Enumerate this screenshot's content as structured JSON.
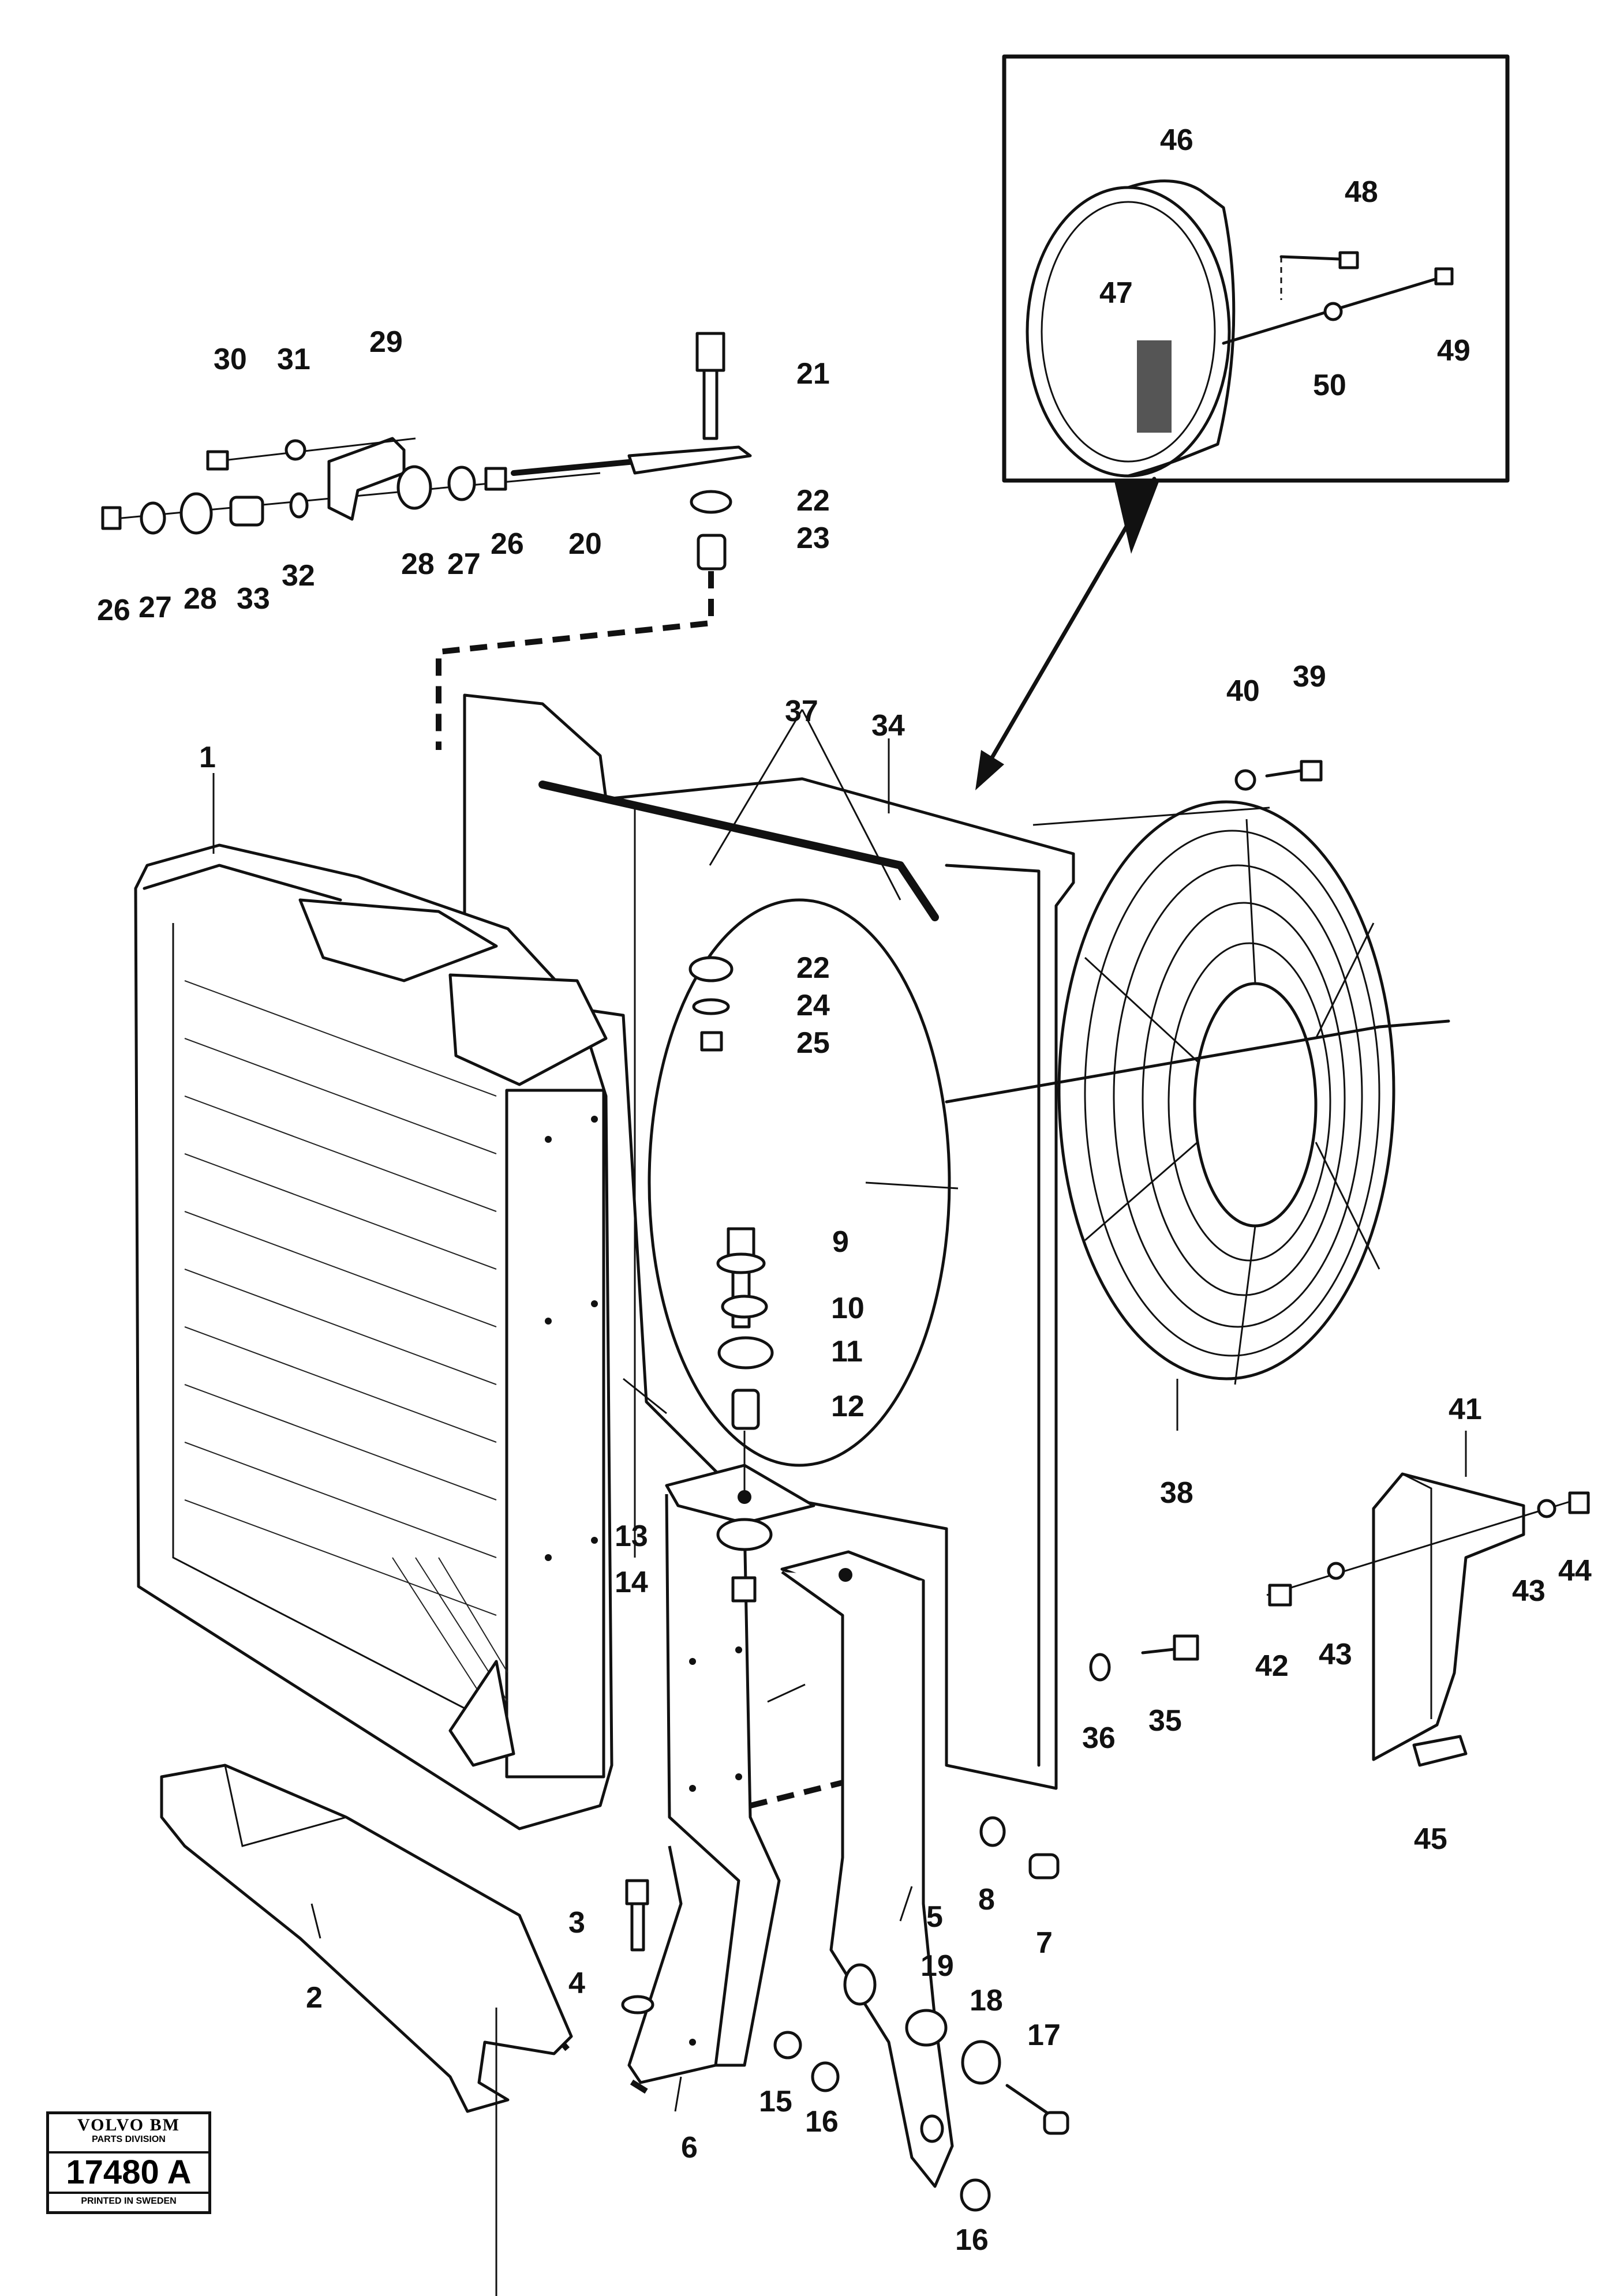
{
  "badge": {
    "brand": "VOLVO BM",
    "division": "PARTS DIVISION",
    "drawing_number": "17480 A",
    "printed": "PRINTED IN SWEDEN"
  },
  "callouts": [
    {
      "id": "c1",
      "text": "1"
    },
    {
      "id": "c2",
      "text": "2"
    },
    {
      "id": "c3",
      "text": "3"
    },
    {
      "id": "c4",
      "text": "4"
    },
    {
      "id": "c5",
      "text": "5"
    },
    {
      "id": "c6",
      "text": "6"
    },
    {
      "id": "c7",
      "text": "7"
    },
    {
      "id": "c8",
      "text": "8"
    },
    {
      "id": "c9",
      "text": "9"
    },
    {
      "id": "c10",
      "text": "10"
    },
    {
      "id": "c11",
      "text": "11"
    },
    {
      "id": "c12",
      "text": "12"
    },
    {
      "id": "c13",
      "text": "13"
    },
    {
      "id": "c14",
      "text": "14"
    },
    {
      "id": "c15",
      "text": "15"
    },
    {
      "id": "c16a",
      "text": "16"
    },
    {
      "id": "c16b",
      "text": "16"
    },
    {
      "id": "c17",
      "text": "17"
    },
    {
      "id": "c18",
      "text": "18"
    },
    {
      "id": "c19",
      "text": "19"
    },
    {
      "id": "c20",
      "text": "20"
    },
    {
      "id": "c21",
      "text": "21"
    },
    {
      "id": "c22a",
      "text": "22"
    },
    {
      "id": "c22b",
      "text": "22"
    },
    {
      "id": "c23",
      "text": "23"
    },
    {
      "id": "c24",
      "text": "24"
    },
    {
      "id": "c25",
      "text": "25"
    },
    {
      "id": "c26a",
      "text": "26"
    },
    {
      "id": "c26b",
      "text": "26"
    },
    {
      "id": "c27a",
      "text": "27"
    },
    {
      "id": "c27b",
      "text": "27"
    },
    {
      "id": "c28a",
      "text": "28"
    },
    {
      "id": "c28b",
      "text": "28"
    },
    {
      "id": "c29",
      "text": "29"
    },
    {
      "id": "c30",
      "text": "30"
    },
    {
      "id": "c31",
      "text": "31"
    },
    {
      "id": "c32",
      "text": "32"
    },
    {
      "id": "c33",
      "text": "33"
    },
    {
      "id": "c34",
      "text": "34"
    },
    {
      "id": "c35",
      "text": "35"
    },
    {
      "id": "c36",
      "text": "36"
    },
    {
      "id": "c37",
      "text": "37"
    },
    {
      "id": "c38",
      "text": "38"
    },
    {
      "id": "c39",
      "text": "39"
    },
    {
      "id": "c40",
      "text": "40"
    },
    {
      "id": "c41",
      "text": "41"
    },
    {
      "id": "c42",
      "text": "42"
    },
    {
      "id": "c43a",
      "text": "43"
    },
    {
      "id": "c43b",
      "text": "43"
    },
    {
      "id": "c44",
      "text": "44"
    },
    {
      "id": "c45",
      "text": "45"
    },
    {
      "id": "c46",
      "text": "46"
    },
    {
      "id": "c47",
      "text": "47"
    },
    {
      "id": "c48",
      "text": "48"
    },
    {
      "id": "c49",
      "text": "49"
    },
    {
      "id": "c50",
      "text": "50"
    }
  ]
}
